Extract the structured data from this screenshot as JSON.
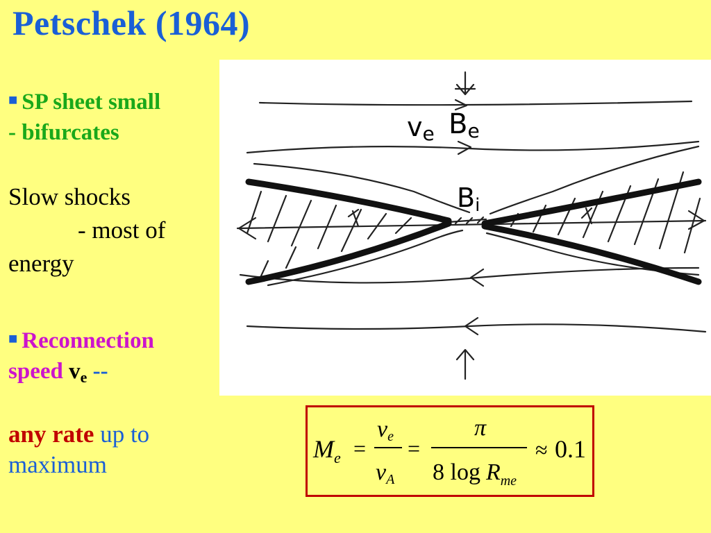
{
  "title": "Petschek  (1964)",
  "bullet1": {
    "line1": "SP sheet small",
    "line2": "- bifurcates"
  },
  "slow": {
    "line1": "Slow shocks",
    "line2": "- most of",
    "line3": "energy"
  },
  "bullet2": {
    "word1": "Reconnection",
    "word2": "speed",
    "v": "v",
    "sub": "e",
    "dash": "--"
  },
  "rate": {
    "strong": "any rate",
    "rest": " up to",
    "line2": "maximum"
  },
  "diagram": {
    "label_ve": "v",
    "label_ve_sub": "e",
    "label_Be": "B",
    "label_Be_sub": "e",
    "label_Bi": "B",
    "label_Bi_sub": "i"
  },
  "formula": {
    "M": "M",
    "M_sub": "e",
    "eq1": "=",
    "num1": "v",
    "num1_sub": "e",
    "den1": "v",
    "den1_sub": "A",
    "eq2": "=",
    "num2": "π",
    "den2": "8 log",
    "den2_R": "R",
    "den2_sub": "me",
    "approx": "≈",
    "value": "0.1"
  },
  "colors": {
    "background": "#ffff80",
    "title": "#1a5fd6",
    "green": "#1aa81a",
    "magenta": "#cc14cc",
    "red": "#c00000"
  }
}
